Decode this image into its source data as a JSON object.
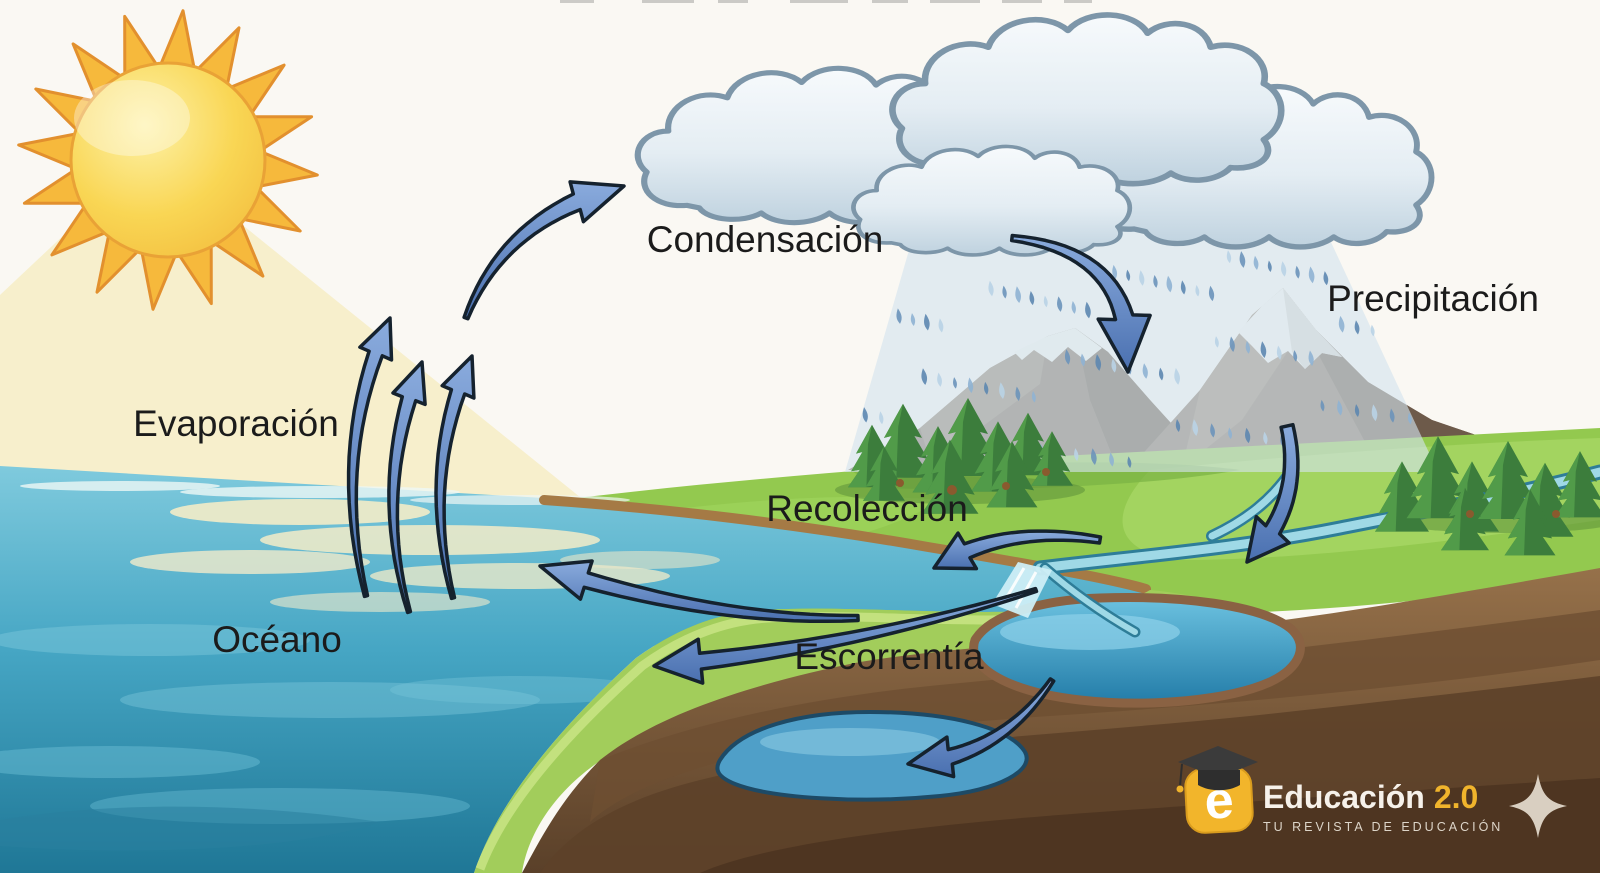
{
  "diagram": {
    "type": "water-cycle-illustration",
    "language": "es",
    "flows": [
      "evaporation-arrows",
      "condensation-arrow",
      "precipitation-arrow",
      "river-inflow-arrow",
      "collection-arrow",
      "ocean-return-arrow",
      "runoff-arrow",
      "infiltration-arrow"
    ]
  },
  "labels": {
    "condensacion": "Condensación",
    "precipitacion": "Precipitación",
    "evaporacion": "Evaporación",
    "recoleccion": "Recolección",
    "oceano": "Océano",
    "escorrentia": "Escorrentía"
  },
  "logo": {
    "letter": "e",
    "brand": "Educación",
    "version": "2.0",
    "tagline": "TU REVISTA DE EDUCACIÓN"
  },
  "palette": {
    "arrow_blue": "#5e86c4",
    "arrow_outline": "#15222e",
    "ocean_teal": "#4fb0cb",
    "grass_green": "#93c94f",
    "soil_brown": "#7b5a38",
    "sun_yellow": "#f6c23d",
    "snow_white": "#f4f3f0",
    "cloud_blue": "#e3ecf3",
    "logo_gold": "#f0b42c",
    "label_black": "#1b1b1b"
  }
}
